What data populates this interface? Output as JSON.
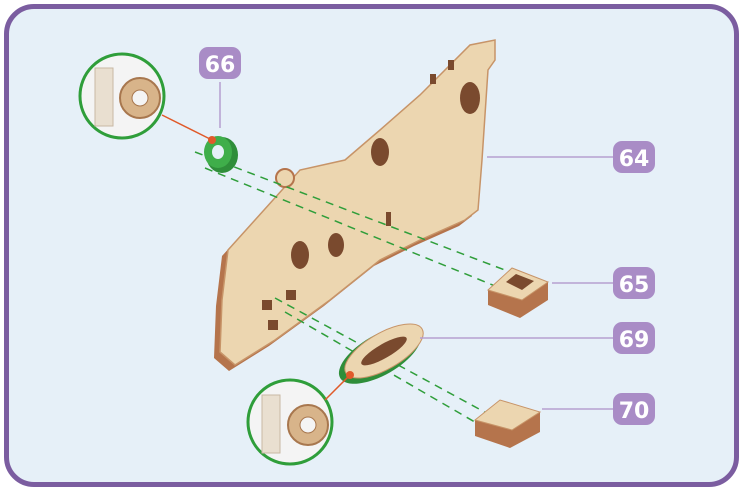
{
  "colors": {
    "frame": "#7b5da0",
    "background": "#e6f0f8",
    "badge": "#a98cc6",
    "leader": "#b59fd0",
    "wood": "#ecd6b0",
    "wood_edge": "#b5744c",
    "green": "#3fae4a",
    "guide": "#2f9e3a",
    "marker": "#e05a2a"
  },
  "parts": [
    {
      "id": "part-64",
      "label": "64"
    },
    {
      "id": "part-65",
      "label": "65"
    },
    {
      "id": "part-66",
      "label": "66"
    },
    {
      "id": "part-69",
      "label": "69"
    },
    {
      "id": "part-70",
      "label": "70"
    }
  ]
}
